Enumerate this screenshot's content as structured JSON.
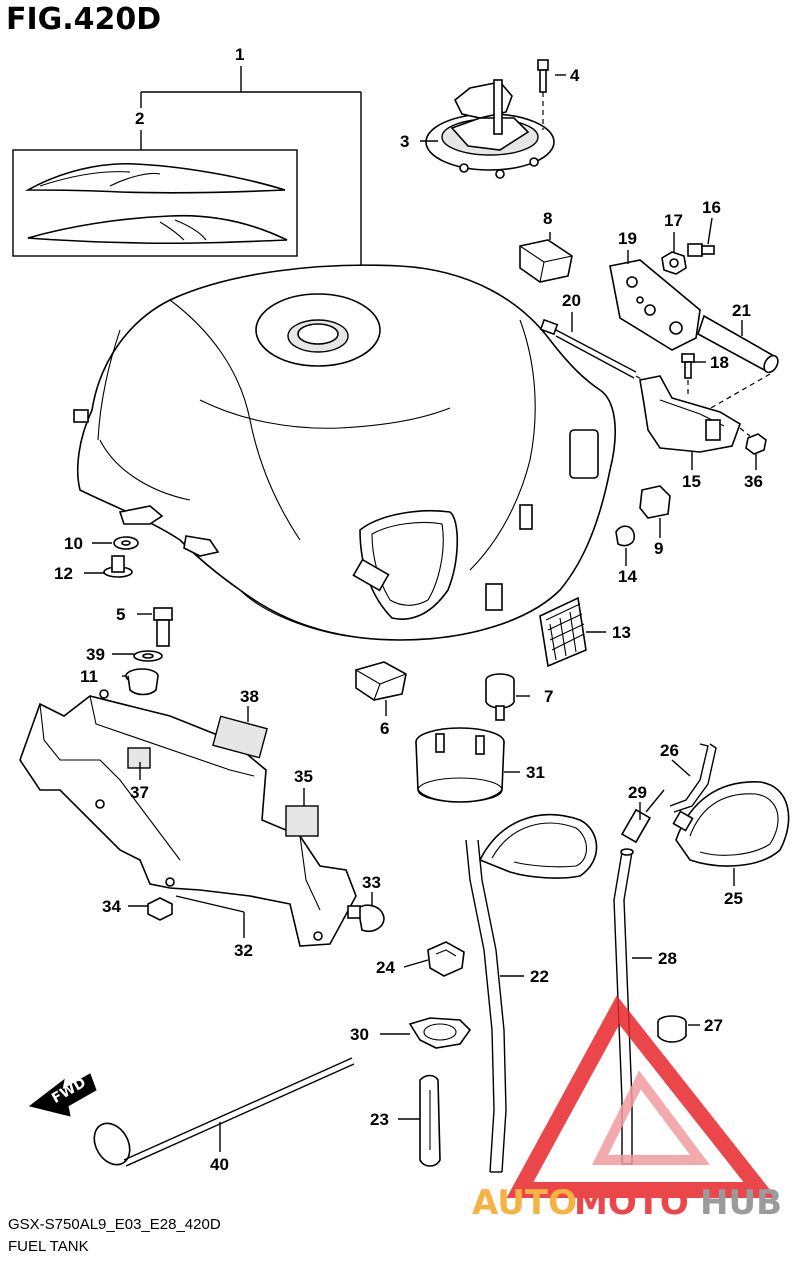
{
  "figure": {
    "title": "FIG.420D",
    "code": "GSX-S750AL9_E03_E28_420D",
    "name": "FUEL TANK"
  },
  "fwd_arrow": {
    "label": "FWD"
  },
  "watermark": {
    "brand_part1": "AUTO",
    "brand_part2": "MOTO",
    "brand_part3": "HUB",
    "colors": {
      "orange": "#f5a623",
      "red": "#e8262b",
      "gray": "#8a8a8a"
    }
  },
  "callouts": [
    {
      "id": "c1",
      "label": "1"
    },
    {
      "id": "c2",
      "label": "2"
    },
    {
      "id": "c3",
      "label": "3"
    },
    {
      "id": "c4",
      "label": "4"
    },
    {
      "id": "c5",
      "label": "5"
    },
    {
      "id": "c6",
      "label": "6"
    },
    {
      "id": "c7",
      "label": "7"
    },
    {
      "id": "c8",
      "label": "8"
    },
    {
      "id": "c9",
      "label": "9"
    },
    {
      "id": "c10",
      "label": "10"
    },
    {
      "id": "c11",
      "label": "11"
    },
    {
      "id": "c12",
      "label": "12"
    },
    {
      "id": "c13",
      "label": "13"
    },
    {
      "id": "c14",
      "label": "14"
    },
    {
      "id": "c15",
      "label": "15"
    },
    {
      "id": "c16",
      "label": "16"
    },
    {
      "id": "c17",
      "label": "17"
    },
    {
      "id": "c18",
      "label": "18"
    },
    {
      "id": "c19",
      "label": "19"
    },
    {
      "id": "c20",
      "label": "20"
    },
    {
      "id": "c21",
      "label": "21"
    },
    {
      "id": "c22",
      "label": "22"
    },
    {
      "id": "c23",
      "label": "23"
    },
    {
      "id": "c24",
      "label": "24"
    },
    {
      "id": "c25",
      "label": "25"
    },
    {
      "id": "c26",
      "label": "26"
    },
    {
      "id": "c27",
      "label": "27"
    },
    {
      "id": "c28",
      "label": "28"
    },
    {
      "id": "c29",
      "label": "29"
    },
    {
      "id": "c30",
      "label": "30"
    },
    {
      "id": "c31",
      "label": "31"
    },
    {
      "id": "c32",
      "label": "32"
    },
    {
      "id": "c33",
      "label": "33"
    },
    {
      "id": "c34",
      "label": "34"
    },
    {
      "id": "c35",
      "label": "35"
    },
    {
      "id": "c36",
      "label": "36"
    },
    {
      "id": "c37",
      "label": "37"
    },
    {
      "id": "c38",
      "label": "38"
    },
    {
      "id": "c39",
      "label": "39"
    },
    {
      "id": "c40",
      "label": "40"
    }
  ]
}
